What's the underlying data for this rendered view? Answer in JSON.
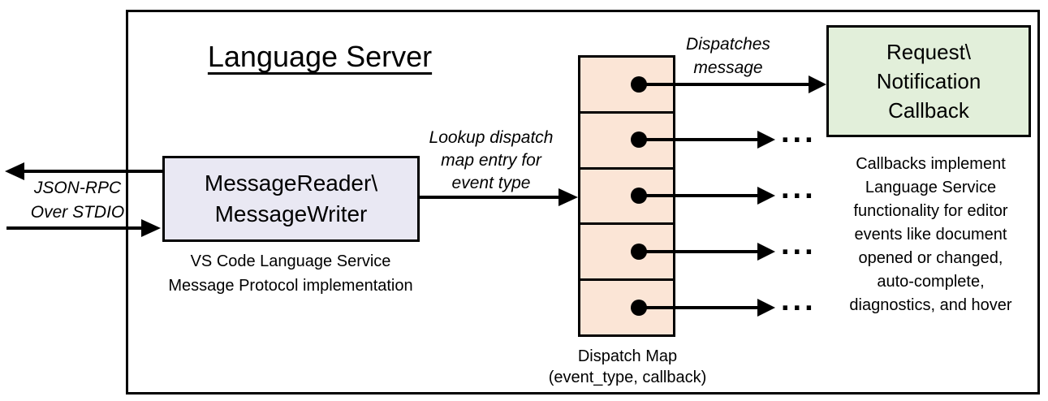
{
  "title": "Language Server",
  "colors": {
    "stroke": "#000000",
    "background": "#FFFFFF",
    "reader_fill": "#E9E8F3",
    "map_fill": "#FBE5D6",
    "callback_fill": "#E2EFDA"
  },
  "io_label": {
    "lines": [
      "JSON-RPC",
      "Over STDIO"
    ]
  },
  "reader_box": {
    "lines": [
      "MessageReader\\",
      "MessageWriter"
    ],
    "caption": [
      "VS Code Language Service",
      "Message Protocol implementation"
    ]
  },
  "lookup_label": {
    "lines": [
      "Lookup dispatch",
      "map entry for",
      "event type"
    ]
  },
  "dispatch_label": {
    "lines": [
      "Dispatches",
      "message"
    ]
  },
  "callback_box": {
    "lines": [
      "Request\\",
      "Notification",
      "Callback"
    ]
  },
  "callback_note": {
    "lines": [
      "Callbacks implement",
      "Language Service",
      "functionality for editor",
      "events like document",
      "opened or changed,",
      "auto-complete,",
      "diagnostics, and hover"
    ]
  },
  "map_caption": {
    "lines": [
      "Dispatch Map",
      "(event_type, callback)"
    ]
  },
  "ellipsis": "..."
}
